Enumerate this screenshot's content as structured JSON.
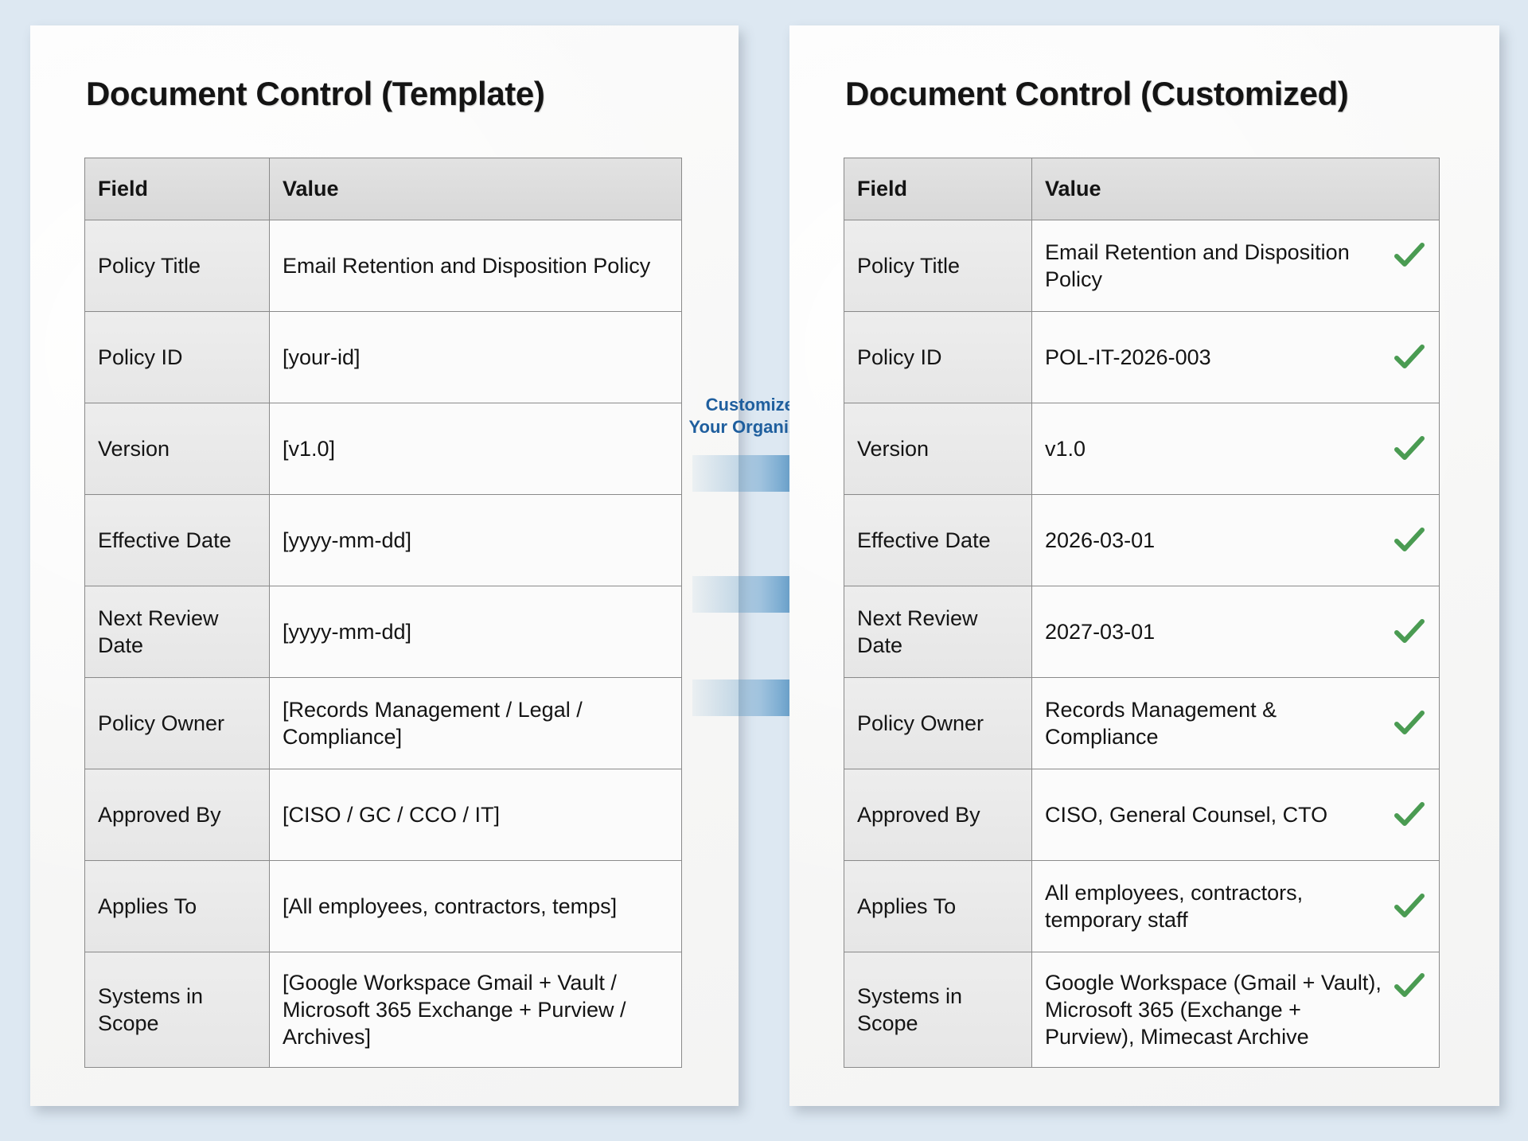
{
  "background_color": "#dde8f2",
  "accent": {
    "placeholder_orange": "#b5712a",
    "check_green": "#4a9b52",
    "arrow_blue": "#2e7db8",
    "label_blue": "#1f5f9e"
  },
  "left_panel": {
    "title": "Document Control (Template)",
    "columns": [
      "Field",
      "Value"
    ],
    "rows": [
      {
        "field": "Policy Title",
        "value": "Email Retention and Disposition Policy",
        "placeholder": false
      },
      {
        "field": "Policy ID",
        "value": "[your-id]",
        "placeholder": true
      },
      {
        "field": "Version",
        "value": "[v1.0]",
        "placeholder": true
      },
      {
        "field": "Effective Date",
        "value": "[yyyy-mm-dd]",
        "placeholder": true
      },
      {
        "field": "Next Review Date",
        "value": "[yyyy-mm-dd]",
        "placeholder": true
      },
      {
        "field": "Policy Owner",
        "value": "[Records Management / Legal / Compliance]",
        "placeholder": true
      },
      {
        "field": "Approved By",
        "value": "[CISO / GC / CCO / IT]",
        "placeholder": true
      },
      {
        "field": "Applies To",
        "value": "[All employees, contractors, temps]",
        "placeholder": true
      },
      {
        "field": "Systems in Scope",
        "value": "[Google Workspace Gmail + Vault / Microsoft 365 Exchange + Purview / Archives]",
        "placeholder": true
      }
    ]
  },
  "right_panel": {
    "title": "Document Control (Customized)",
    "columns": [
      "Field",
      "Value"
    ],
    "rows": [
      {
        "field": "Policy Title",
        "value": "Email Retention and Disposition Policy",
        "checked": true
      },
      {
        "field": "Policy ID",
        "value": "POL-IT-2026-003",
        "checked": true
      },
      {
        "field": "Version",
        "value": "v1.0",
        "checked": true
      },
      {
        "field": "Effective Date",
        "value": "2026-03-01",
        "checked": true
      },
      {
        "field": "Next Review Date",
        "value": "2027-03-01",
        "checked": true
      },
      {
        "field": "Policy Owner",
        "value": "Records Management & Compliance",
        "checked": true
      },
      {
        "field": "Approved By",
        "value": "CISO, General Counsel, CTO",
        "checked": true
      },
      {
        "field": "Applies To",
        "value": "All employees, contractors, temporary staff",
        "checked": true
      },
      {
        "field": "Systems in Scope",
        "value": "Google Workspace (Gmail + Vault), Microsoft 365 (Exchange + Purview), Mimecast Archive",
        "checked": true
      }
    ]
  },
  "transition": {
    "label_line1": "Customize for",
    "label_line2": "Your Organization",
    "arrow_count": 3,
    "icon": "right-arrow-icon"
  }
}
